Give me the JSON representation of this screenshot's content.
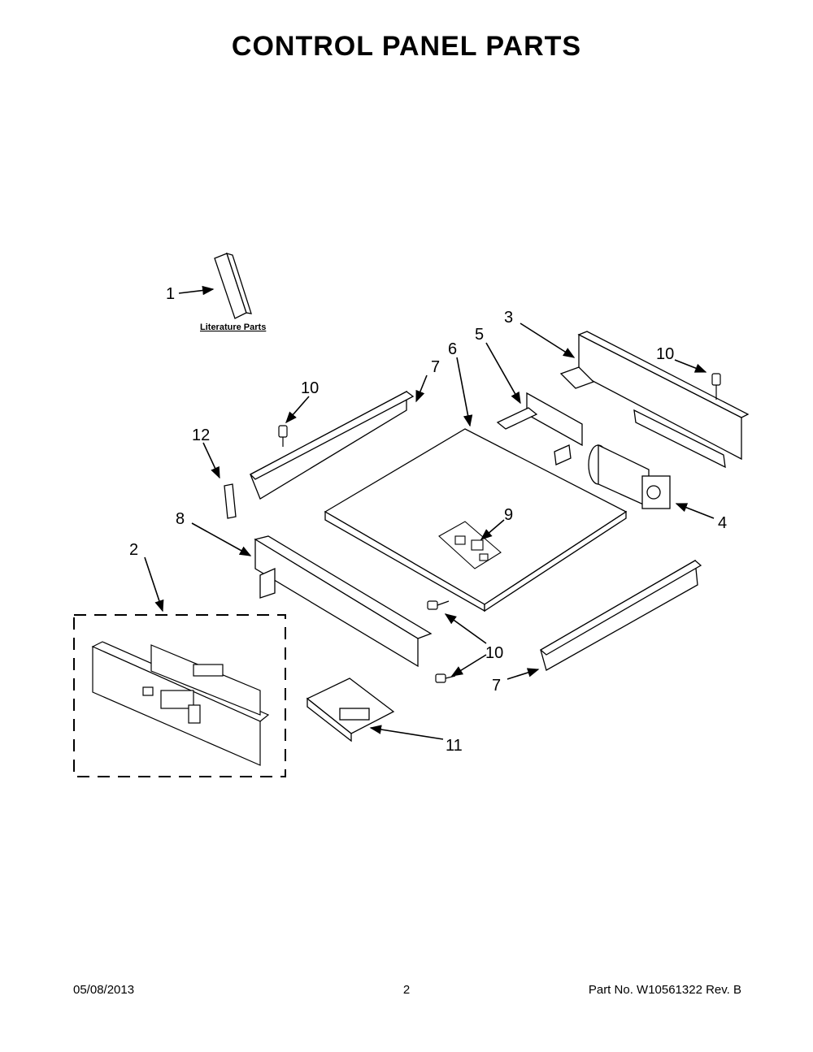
{
  "title": "CONTROL PANEL PARTS",
  "literature_label": "Literature Parts",
  "callouts": {
    "c1": "1",
    "c2": "2",
    "c3": "3",
    "c4": "4",
    "c5": "5",
    "c6": "6",
    "c7a": "7",
    "c7b": "7",
    "c8": "8",
    "c9": "9",
    "c10a": "10",
    "c10b": "10",
    "c10c": "10",
    "c11": "11",
    "c12": "12"
  },
  "footer": {
    "date": "05/08/2013",
    "page": "2",
    "part": "Part No.  W10561322  Rev.  B"
  }
}
